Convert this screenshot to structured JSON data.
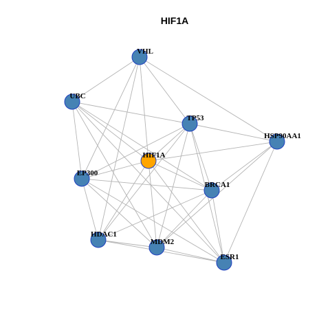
{
  "graph": {
    "title": "HIF1A",
    "colors": {
      "node_default": "#4682b4",
      "node_focus": "#ffa500",
      "node_border": "#1f3fbf",
      "edge": "#b3b3b3"
    },
    "nodes": [
      {
        "id": "VHL",
        "label": "VHL",
        "focus": false
      },
      {
        "id": "UBC",
        "label": "UBC",
        "focus": false
      },
      {
        "id": "TP53",
        "label": "TP53",
        "focus": false
      },
      {
        "id": "HSP90AA1",
        "label": "HSP90AA1",
        "focus": false
      },
      {
        "id": "HIF1A",
        "label": "HIF1A",
        "focus": true
      },
      {
        "id": "EP300",
        "label": "EP300",
        "focus": false
      },
      {
        "id": "BRCA1",
        "label": "BRCA1",
        "focus": false
      },
      {
        "id": "HDAC1",
        "label": "HDAC1",
        "focus": false
      },
      {
        "id": "MDM2",
        "label": "MDM2",
        "focus": false
      },
      {
        "id": "ESR1",
        "label": "ESR1",
        "focus": false
      }
    ],
    "edges": [
      [
        "VHL",
        "UBC"
      ],
      [
        "VHL",
        "TP53"
      ],
      [
        "VHL",
        "HIF1A"
      ],
      [
        "VHL",
        "EP300"
      ],
      [
        "VHL",
        "HDAC1"
      ],
      [
        "VHL",
        "HSP90AA1"
      ],
      [
        "UBC",
        "TP53"
      ],
      [
        "UBC",
        "HIF1A"
      ],
      [
        "UBC",
        "EP300"
      ],
      [
        "UBC",
        "BRCA1"
      ],
      [
        "UBC",
        "MDM2"
      ],
      [
        "UBC",
        "ESR1"
      ],
      [
        "TP53",
        "HIF1A"
      ],
      [
        "TP53",
        "EP300"
      ],
      [
        "TP53",
        "BRCA1"
      ],
      [
        "TP53",
        "HDAC1"
      ],
      [
        "TP53",
        "MDM2"
      ],
      [
        "TP53",
        "ESR1"
      ],
      [
        "TP53",
        "HSP90AA1"
      ],
      [
        "HSP90AA1",
        "HIF1A"
      ],
      [
        "HSP90AA1",
        "BRCA1"
      ],
      [
        "HSP90AA1",
        "ESR1"
      ],
      [
        "HSP90AA1",
        "MDM2"
      ],
      [
        "HIF1A",
        "EP300"
      ],
      [
        "HIF1A",
        "BRCA1"
      ],
      [
        "HIF1A",
        "HDAC1"
      ],
      [
        "HIF1A",
        "MDM2"
      ],
      [
        "HIF1A",
        "ESR1"
      ],
      [
        "EP300",
        "BRCA1"
      ],
      [
        "EP300",
        "HDAC1"
      ],
      [
        "EP300",
        "MDM2"
      ],
      [
        "EP300",
        "ESR1"
      ],
      [
        "BRCA1",
        "HDAC1"
      ],
      [
        "BRCA1",
        "MDM2"
      ],
      [
        "BRCA1",
        "ESR1"
      ],
      [
        "HDAC1",
        "MDM2"
      ],
      [
        "HDAC1",
        "ESR1"
      ],
      [
        "MDM2",
        "ESR1"
      ]
    ]
  }
}
